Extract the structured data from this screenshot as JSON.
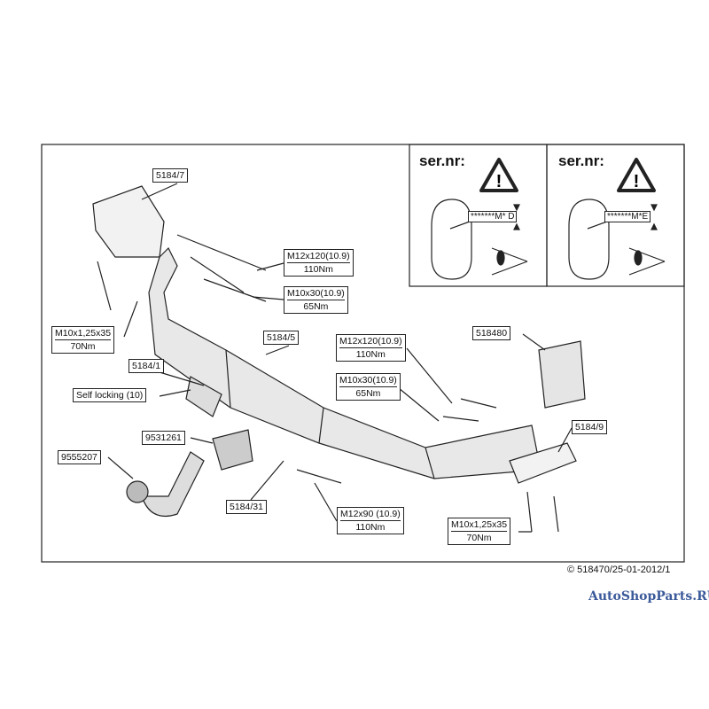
{
  "labels": {
    "bracket_left": "5184/7",
    "bolt_top_1": {
      "spec": "M12x120(10.9)",
      "torque": "110Nm"
    },
    "bolt_top_2": {
      "spec": "M10x30(10.9)",
      "torque": "65Nm"
    },
    "bolt_left": {
      "spec": "M10x1,25x35",
      "torque": "70Nm"
    },
    "crossbar": "5184/5",
    "plate": "5184/1",
    "self_locking": "Self locking (10)",
    "socket_holder": "9531261",
    "ball": "9555207",
    "bracket_small": "5184/31",
    "bolt_bottom": {
      "spec": "M12x90 (10.9)",
      "torque": "110Nm"
    },
    "bolt_mid_1": {
      "spec": "M12x120(10.9)",
      "torque": "110Nm"
    },
    "bolt_mid_2": {
      "spec": "M10x30(10.9)",
      "torque": "65Nm"
    },
    "kit": "518480",
    "bracket_right": "5184/9",
    "bolt_right": {
      "spec": "M10x1,25x35",
      "torque": "70Nm"
    }
  },
  "panels": [
    {
      "title": "ser.nr:",
      "code": "*******M* D"
    },
    {
      "title": "ser.nr:",
      "code": "*******M*E"
    }
  ],
  "copyright": "© 518470/25-01-2012/1",
  "watermark": "AutoShopParts.RU"
}
